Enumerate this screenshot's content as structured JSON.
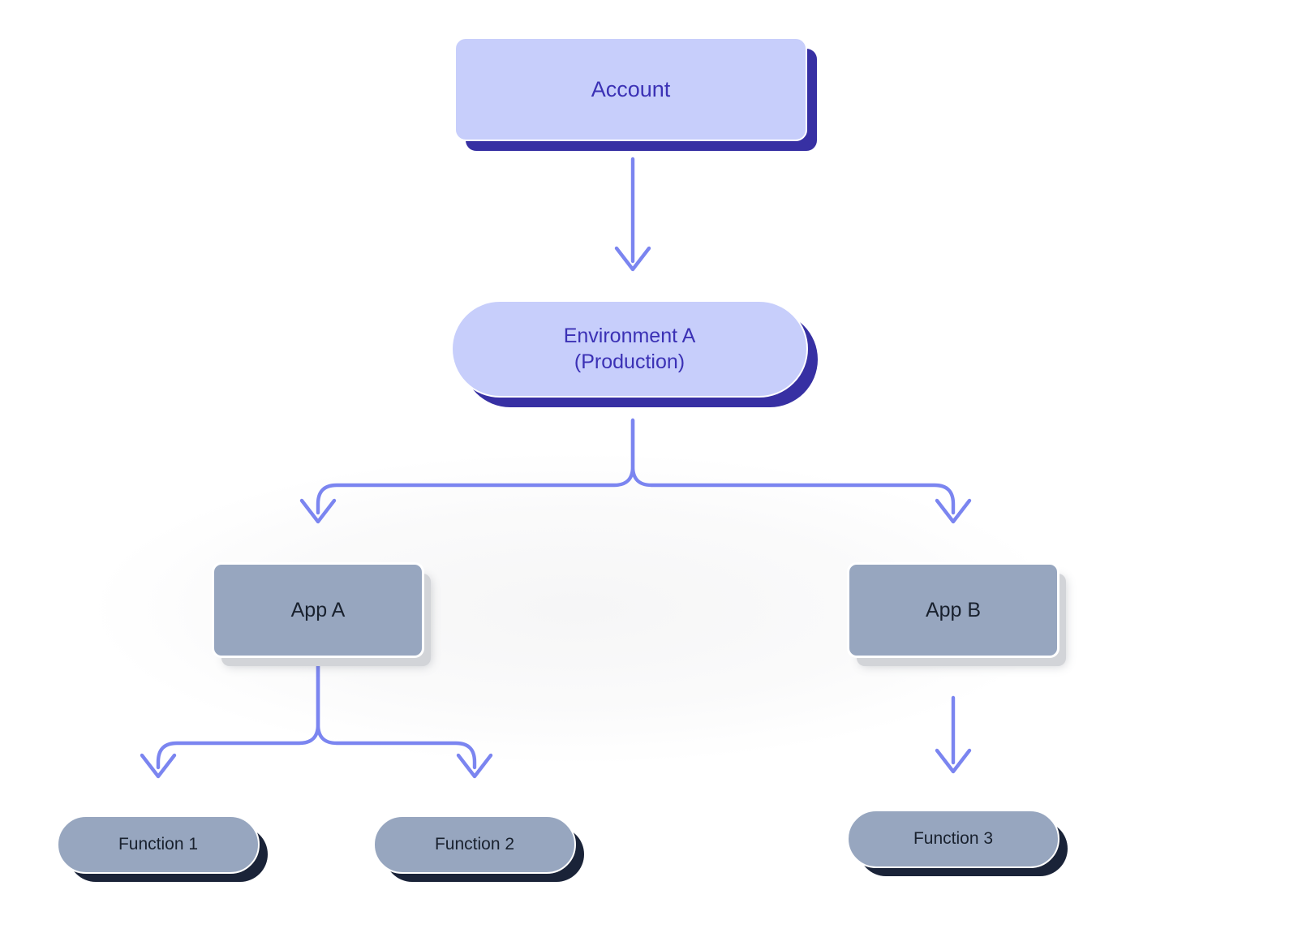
{
  "diagram": {
    "title": "Account / Environment / App / Function hierarchy",
    "background_color": "#ffffff",
    "edge_color": "#7b85f0",
    "accent_fill": "#c7cefb",
    "accent_text": "#3b31b5",
    "accent_shadow": "#3730a3",
    "slate_fill": "#97a6bf",
    "slate_text": "#19212e",
    "function_shadow": "#1a2338",
    "app_shadow": "#d2d4d8"
  },
  "nodes": {
    "account": {
      "label": "Account",
      "shape": "rounded-rectangle",
      "style": "accent"
    },
    "environment_a": {
      "label": "Environment A\n(Production)",
      "line1": "Environment A",
      "line2": "(Production)",
      "shape": "pill",
      "style": "accent"
    },
    "app_a": {
      "label": "App A",
      "shape": "rounded-rectangle",
      "style": "slate"
    },
    "app_b": {
      "label": "App B",
      "shape": "rounded-rectangle",
      "style": "slate"
    },
    "function_1": {
      "label": "Function 1",
      "shape": "pill",
      "style": "slate"
    },
    "function_2": {
      "label": "Function 2",
      "shape": "pill",
      "style": "slate"
    },
    "function_3": {
      "label": "Function 3",
      "shape": "pill",
      "style": "slate"
    }
  },
  "edges": [
    {
      "id": "e1",
      "from": "Account",
      "to": "Environment A (Production)",
      "arrow": "down"
    },
    {
      "id": "e2",
      "from": "Environment A (Production)",
      "to": "App A",
      "arrow": "down-left-branch"
    },
    {
      "id": "e3",
      "from": "Environment A (Production)",
      "to": "App B",
      "arrow": "down-right-branch"
    },
    {
      "id": "e4",
      "from": "App A",
      "to": "Function 1",
      "arrow": "down-left-branch"
    },
    {
      "id": "e5",
      "from": "App A",
      "to": "Function 2",
      "arrow": "down-right-branch"
    },
    {
      "id": "e6",
      "from": "App B",
      "to": "Function 3",
      "arrow": "down"
    }
  ]
}
